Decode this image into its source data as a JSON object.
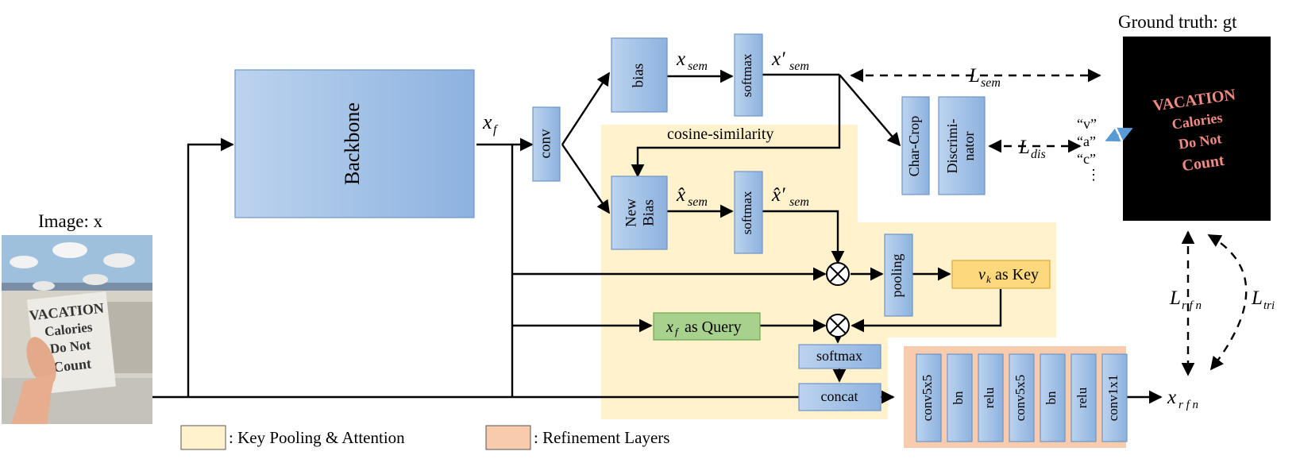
{
  "image_label": "Image: x",
  "ground_truth_label": "Ground truth: gt",
  "backbone": "Backbone",
  "conv": "conv",
  "bias": "bias",
  "new_bias": [
    "New",
    "Bias"
  ],
  "softmax": "softmax",
  "cosine_similarity": "cosine-similarity",
  "char_crop": "Char-Crop",
  "discriminator": [
    "Discrimi-",
    "nator"
  ],
  "pooling": "pooling",
  "vk_key": "as Key",
  "xf_query": "as Query",
  "concat": "concat",
  "refinement_layers": [
    "conv5x5",
    "bn",
    "relu",
    "conv5x5",
    "bn",
    "relu",
    "conv1x1"
  ],
  "chars": [
    "“v”",
    "“a”",
    "“c”",
    "⋮"
  ],
  "photo_text": [
    "VACATION",
    "Calories",
    "Do Not",
    "Count"
  ],
  "gt_text": [
    "VACATION",
    "Calories",
    "Do Not",
    "Count"
  ],
  "legend": [
    {
      "label": ": Key Pooling & Attention",
      "color": "#fff2cc"
    },
    {
      "label": ": Refinement Layers",
      "color": "#f8cbad"
    }
  ],
  "math": {
    "xf": "x",
    "xf_sub": "f",
    "xsem": "x",
    "xsem_sub": "sem",
    "xpsem": "x′",
    "xpsem_sub": "sem",
    "hxsem": "x̂",
    "hxsem_sub": "sem",
    "hxpsem": "x̂′",
    "hxpsem_sub": "sem",
    "lsem": "L",
    "lsem_sub": "sem",
    "ldis": "L",
    "ldis_sub": "dis",
    "lrfn": "L",
    "lrfn_sub": "r f n",
    "ltri": "L",
    "ltri_sub": "tri",
    "xrfn": "x",
    "xrfn_sub": "r f n",
    "vk": "v",
    "vk_sub": "k",
    "xq": "x",
    "xq_sub": "f"
  },
  "colors": {
    "box_blue_light": "#c5d8ef",
    "box_blue_dark": "#8fb4e0",
    "box_border": "#6f95c8",
    "yellow_region": "#fff2cc",
    "salmon_region": "#f8cbad",
    "key_box": "#fdd87c",
    "query_box": "#a9d18e",
    "dashed_blue": "#5b9bd5"
  }
}
